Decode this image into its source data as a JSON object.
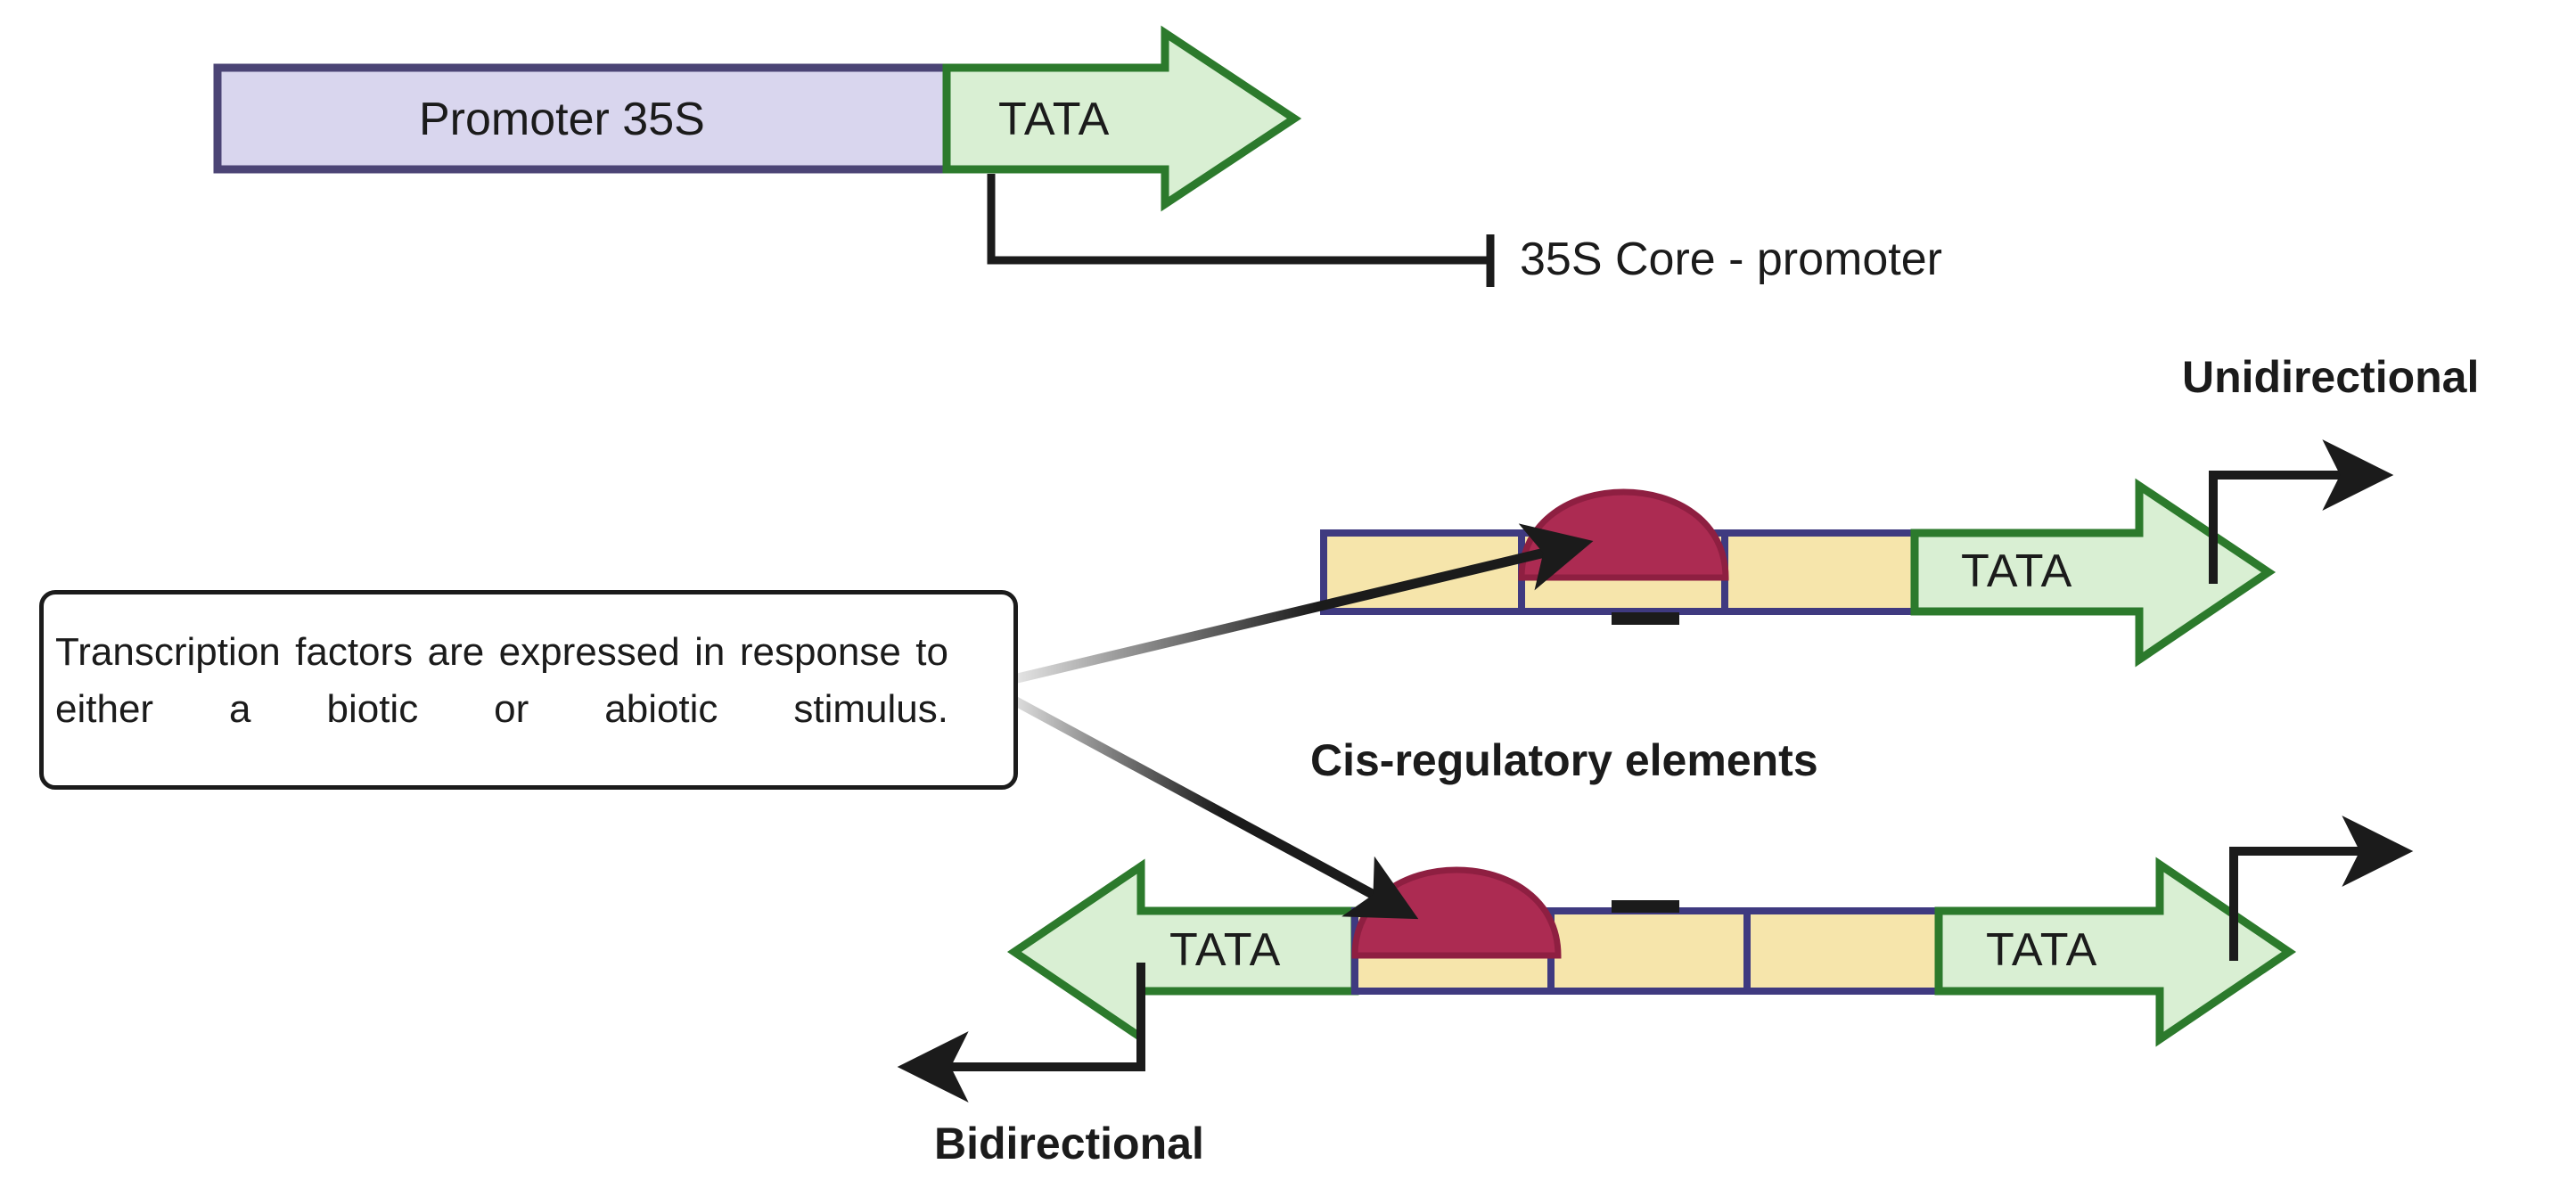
{
  "diagram": {
    "title_absent": true,
    "background_color": "#ffffff"
  },
  "palette": {
    "promoter_fill": "#d9d6ee",
    "promoter_stroke": "#4b4475",
    "tata_fill": "#d9efd3",
    "tata_stroke": "#2c7a2c",
    "cre_fill": "#f6e5ab",
    "cre_stroke": "#3f3a80",
    "tf_fill": "#ac2b52",
    "tf_stroke": "#8e1f41",
    "line_color": "#1b1b1b",
    "text_color": "#1b1b1b"
  },
  "top_construct": {
    "promoter_box_label": "Promoter 35S",
    "tata_arrow_label": "TATA",
    "callout_label": "35S Core - promoter"
  },
  "callout": {
    "text": "Transcription factors are expressed in response to either a biotic or abiotic stimulus."
  },
  "shared_label": {
    "cis_regulatory": "Cis-regulatory elements"
  },
  "unidirectional": {
    "heading": "Unidirectional",
    "tata_label": "TATA",
    "cre_segment_count": 3,
    "tf_count": 1,
    "transcription_arrows": 1,
    "arrow_direction": "right"
  },
  "bidirectional": {
    "heading": "Bidirectional",
    "tata_label_left": "TATA",
    "tata_label_right": "TATA",
    "cre_segment_count": 3,
    "tf_count": 1,
    "transcription_arrows": 2,
    "arrow_directions": [
      "left",
      "right"
    ]
  }
}
